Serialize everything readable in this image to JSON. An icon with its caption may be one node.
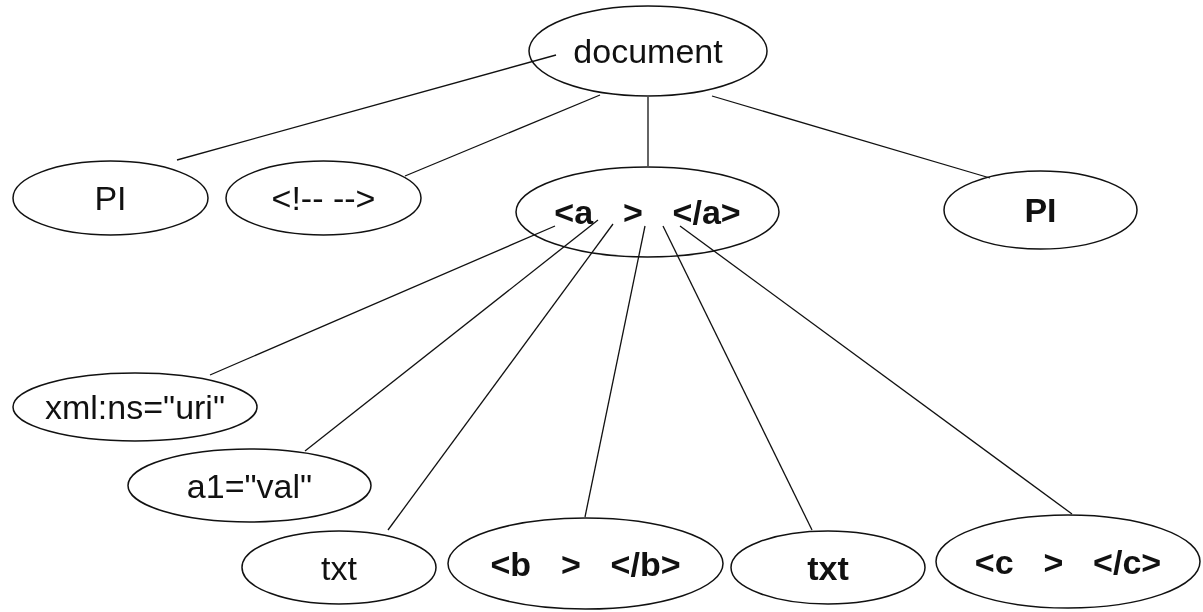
{
  "diagram": {
    "nodes": [
      {
        "text": [
          "document"
        ]
      },
      {
        "text": [
          "PI"
        ]
      },
      {
        "text": [
          "<!-- -->"
        ]
      },
      {
        "text": [
          "<a > </a>"
        ]
      },
      {
        "text": [
          "PI"
        ]
      },
      {
        "text": [
          "xml:ns=\"uri\""
        ]
      },
      {
        "text": [
          "a1=\"val\""
        ]
      },
      {
        "text": [
          "txt"
        ]
      },
      {
        "text": [
          "<b > </b>"
        ]
      },
      {
        "text": [
          "txt"
        ]
      },
      {
        "text": [
          "<c > </c>"
        ]
      }
    ],
    "edges": [
      {
        "from": 0,
        "to": 1,
        "arrow": "none"
      },
      {
        "from": 0,
        "to": 2,
        "arrow": "none"
      },
      {
        "from": 0,
        "to": 3,
        "arrow": "none"
      },
      {
        "from": 0,
        "to": 4,
        "arrow": "none"
      },
      {
        "from": 3,
        "to": 5,
        "arrow": "none"
      },
      {
        "from": 3,
        "to": 6,
        "arrow": "none"
      },
      {
        "from": 3,
        "to": 7,
        "arrow": "none"
      },
      {
        "from": 3,
        "to": 8,
        "arrow": "none"
      },
      {
        "from": 3,
        "to": 9,
        "arrow": "none"
      },
      {
        "from": 3,
        "to": 10,
        "arrow": "none"
      }
    ]
  }
}
